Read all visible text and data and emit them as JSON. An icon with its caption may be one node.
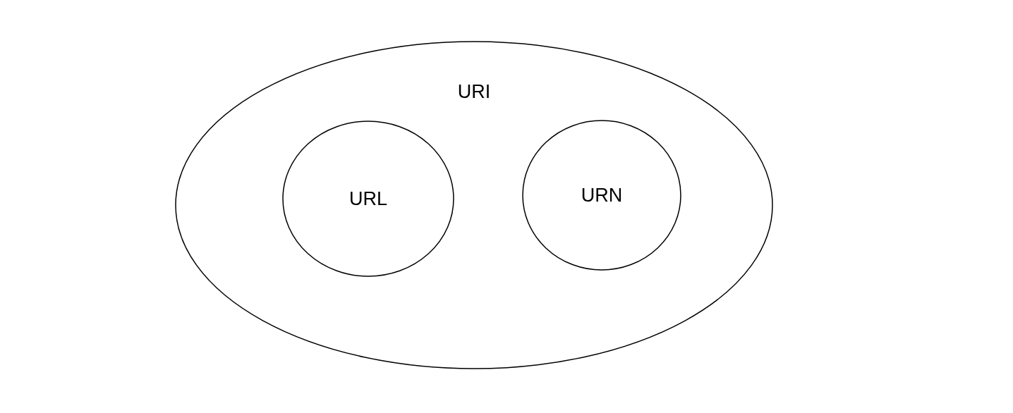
{
  "diagram": {
    "nodes": [
      {
        "text": [
          "URI"
        ]
      },
      {
        "text": [
          "URL"
        ],
        "in": 0
      },
      {
        "text": [
          "URN"
        ],
        "in": 0
      }
    ]
  }
}
